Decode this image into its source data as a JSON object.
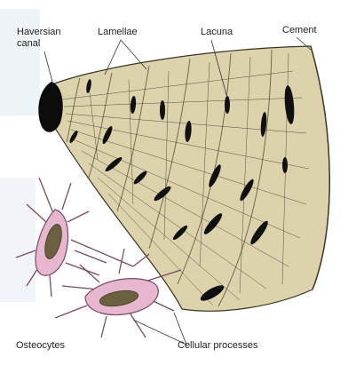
{
  "labels": {
    "haversian_canal": "Haversian canal",
    "lamellae": "Lamellae",
    "lacuna": "Lacuna",
    "cement": "Cement",
    "osteocytes": "Osteocytes",
    "cellular_processes": "Cellular processes"
  },
  "colors": {
    "bone_matrix": "#dcd2ac",
    "bone_outline": "#3b3424",
    "haversian_canal": "#0c0c0c",
    "lacuna": "#101010",
    "canaliculi": "#2a2418",
    "osteocyte_body": "#e7b7cf",
    "osteocyte_outline": "#7a4a66",
    "osteocyte_nucleus": "#6b6040",
    "background_tint": "#eef3f8"
  }
}
